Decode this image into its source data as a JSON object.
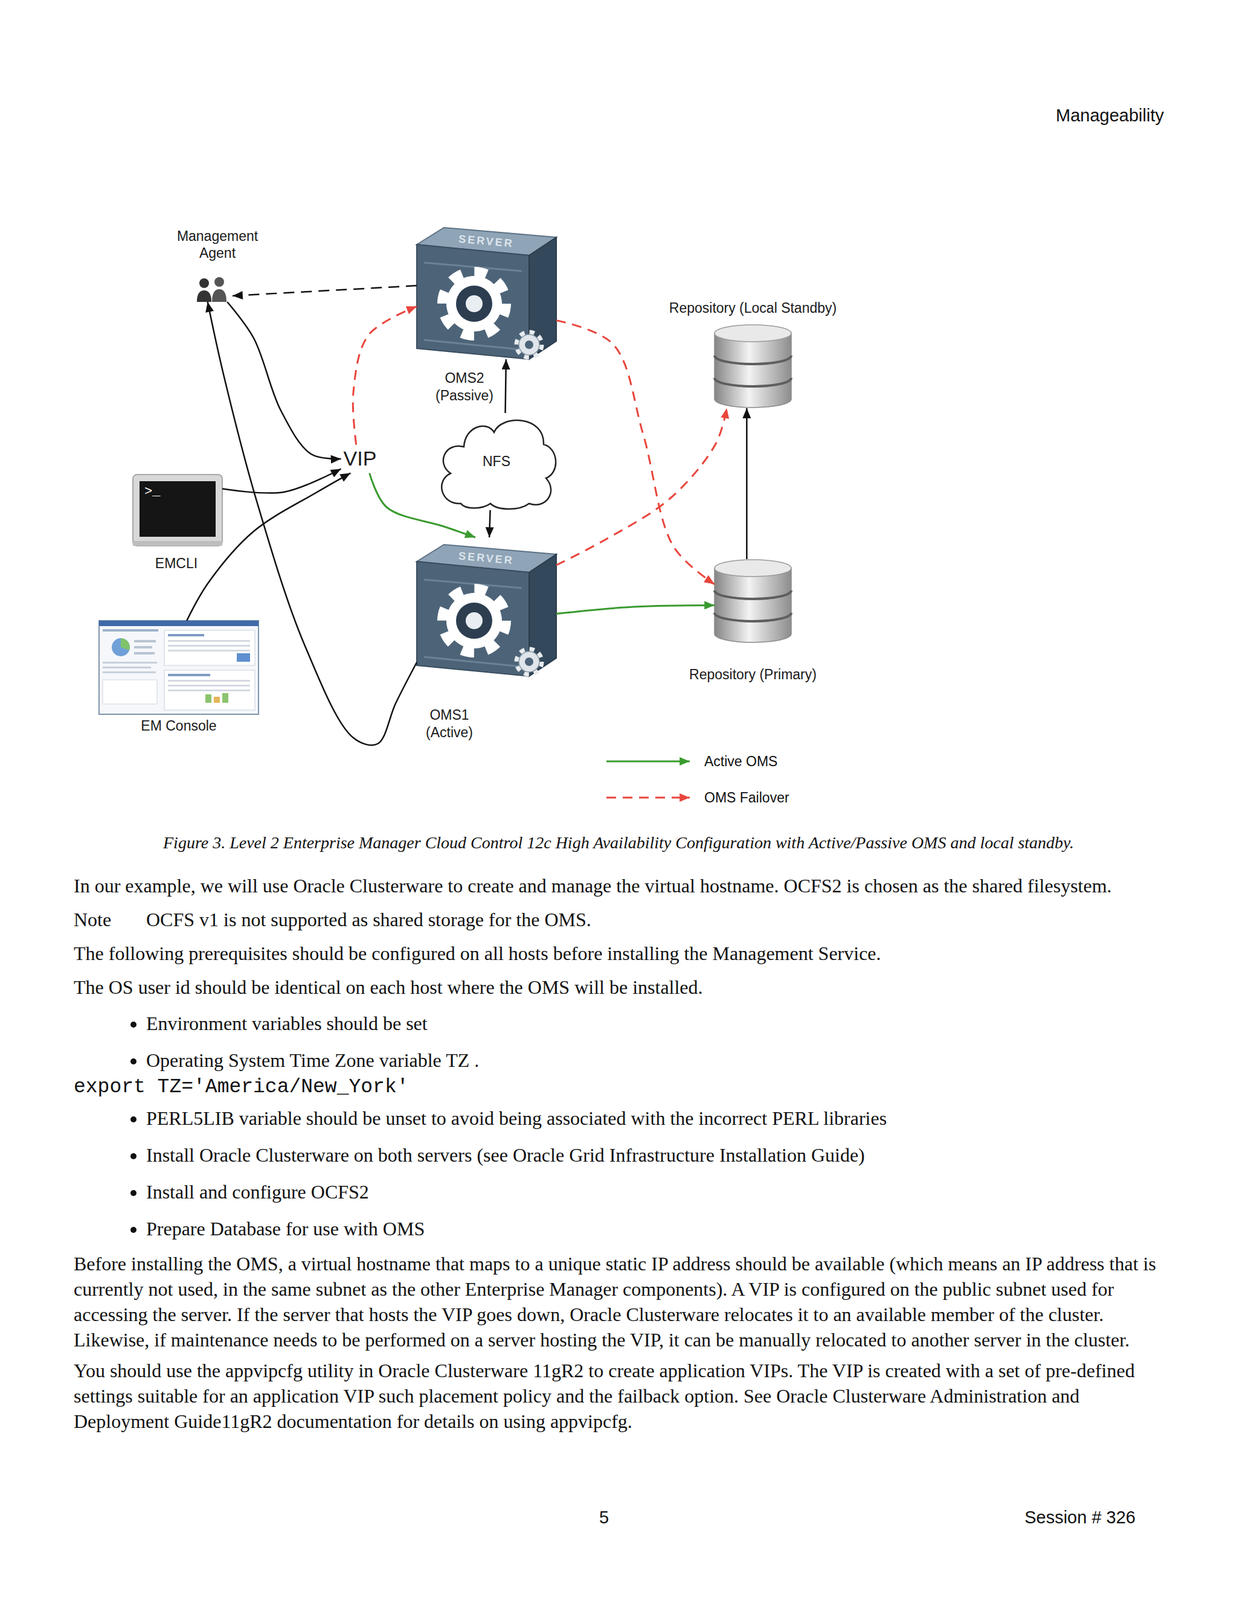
{
  "diagram": {
    "caption": "Figure 3. Level 2 Enterprise Manager Cloud Control 12c High Availability Configuration with Active/Passive OMS and local standby.",
    "nodes": [
      {
        "text": [
          "Management Agent"
        ]
      },
      {
        "text": [
          "OMS2 (Passive)"
        ]
      },
      {
        "text": [
          "Repository (Local Standby)"
        ]
      },
      {
        "text": [
          "VIP"
        ]
      },
      {
        "text": [
          "NFS"
        ]
      },
      {
        "text": [
          "EMCLI"
        ]
      },
      {
        "text": [
          "Repository (Primary)"
        ]
      },
      {
        "text": [
          "EM Console"
        ]
      },
      {
        "text": [
          "OMS1 (Active)"
        ]
      }
    ],
    "edges": [
      {
        "from": 1,
        "to": 0,
        "arrow": "to"
      },
      {
        "from": 0,
        "to": 3,
        "arrow": "to"
      },
      {
        "from": 5,
        "to": 3,
        "arrow": "to"
      },
      {
        "from": 7,
        "to": 3,
        "arrow": "to"
      },
      {
        "from": 8,
        "to": 0,
        "arrow": "to"
      },
      {
        "from": 3,
        "to": 1,
        "arrow": "to"
      },
      {
        "from": 3,
        "to": 8,
        "arrow": "to"
      },
      {
        "from": 4,
        "to": 1,
        "arrow": "to"
      },
      {
        "from": 4,
        "to": 8,
        "arrow": "to"
      },
      {
        "from": 1,
        "to": 6,
        "arrow": "to"
      },
      {
        "from": 8,
        "to": 2,
        "arrow": "to"
      },
      {
        "from": 8,
        "to": 6,
        "arrow": "to"
      },
      {
        "from": 6,
        "to": 2,
        "arrow": "to"
      }
    ],
    "labels": [
      "Manageability",
      "SERVER",
      "SERVER",
      ">_",
      "In our example, we will use Oracle Clusterware to create and manage the virtual hostname. OCFS2 is chosen as the shared filesystem.",
      "Note",
      "OCFS v1 is not supported as shared storage for the OMS.",
      "The following prerequisites should be configured on all hosts before installing the Management Service.",
      "The OS user id should be identical on each host where the OMS will be installed.",
      "Environment variables should be set",
      "Operating System Time Zone variable TZ .",
      "export TZ='America/New_York'",
      "PERL5LIB variable should be unset to avoid being associated with the incorrect PERL libraries",
      "Install Oracle Clusterware on both servers (see Oracle Grid Infrastructure Installation Guide)",
      "Install and configure OCFS2",
      "Prepare Database for use with OMS",
      "Before installing the OMS, a virtual hostname that maps to a unique static IP address should be available (which means an IP address that is currently not used, in the same subnet as the other Enterprise Manager components). A VIP is configured on the public subnet used for accessing the server. If the server that hosts the VIP goes down, Oracle Clusterware relocates it to an available member of the cluster. Likewise, if maintenance needs to be performed on a server hosting the VIP, it can be manually relocated to another server in the cluster.",
      "You should use the appvipcfg utility in Oracle Clusterware 11gR2 to create application VIPs. The VIP is created with a set of pre-defined settings suitable for an application VIP such placement policy and the failback option. See Oracle Clusterware Administration and Deployment Guide11gR2 documentation for details on using appvipcfg.",
      "5",
      "Session # 326"
    ],
    "legend": [
      {
        "text": "Active OMS"
      },
      {
        "text": "OMS Failover"
      }
    ]
  }
}
